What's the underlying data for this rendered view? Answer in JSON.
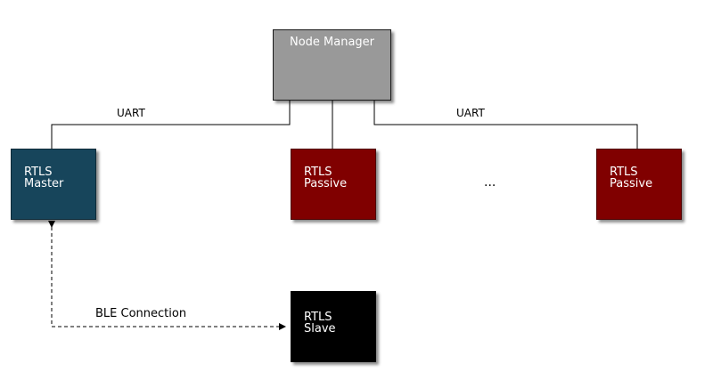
{
  "nodes": {
    "node_manager": {
      "label": "Node Manager"
    },
    "rtls_master": {
      "line1": "RTLS",
      "line2": "Master"
    },
    "rtls_passive_1": {
      "line1": "RTLS",
      "line2": "Passive"
    },
    "rtls_passive_2": {
      "line1": "RTLS",
      "line2": "Passive"
    },
    "rtls_slave": {
      "line1": "RTLS",
      "line2": "Slave"
    }
  },
  "labels": {
    "uart_left": "UART",
    "uart_right": "UART",
    "ellipsis": "...",
    "ble_connection": "BLE Connection"
  },
  "colors": {
    "node_manager": "#999999",
    "rtls_master": "#17455b",
    "rtls_passive": "#800000",
    "rtls_slave": "#000000",
    "connector": "#000000"
  }
}
